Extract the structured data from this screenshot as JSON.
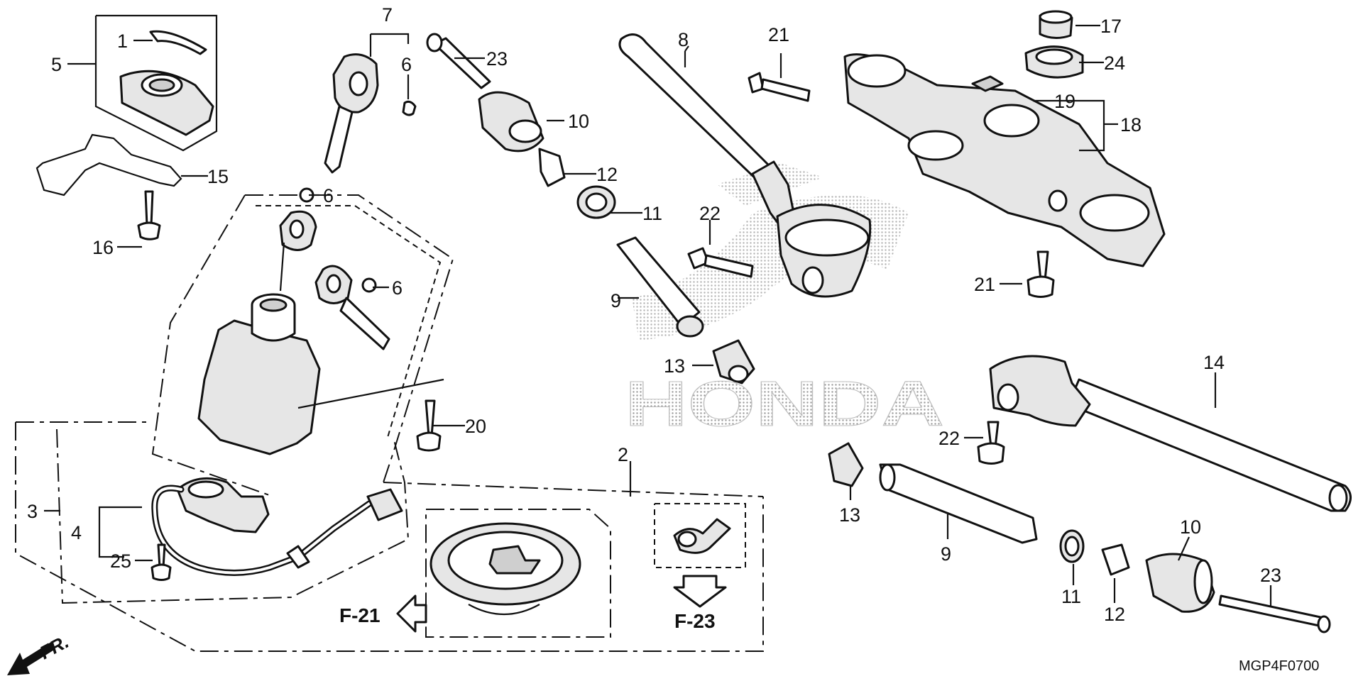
{
  "drawing_code": "MGP4F0700",
  "watermark": "HONDA",
  "direction_label": "FR.",
  "references": [
    {
      "id": "f21",
      "label": "F-21"
    },
    {
      "id": "f23",
      "label": "F-23"
    }
  ],
  "callouts": {
    "c1": "1",
    "c2": "2",
    "c3": "3",
    "c4": "4",
    "c5": "5",
    "c6a": "6",
    "c6b": "6",
    "c6c": "6",
    "c7": "7",
    "c8": "8",
    "c9a": "9",
    "c9b": "9",
    "c10a": "10",
    "c10b": "10",
    "c11a": "11",
    "c11b": "11",
    "c12a": "12",
    "c12b": "12",
    "c13a": "13",
    "c13b": "13",
    "c14": "14",
    "c15": "15",
    "c16": "16",
    "c17": "17",
    "c18": "18",
    "c19": "19",
    "c20": "20",
    "c21a": "21",
    "c21b": "21",
    "c22a": "22",
    "c22b": "22",
    "c23a": "23",
    "c23b": "23",
    "c24": "24",
    "c25": "25"
  }
}
